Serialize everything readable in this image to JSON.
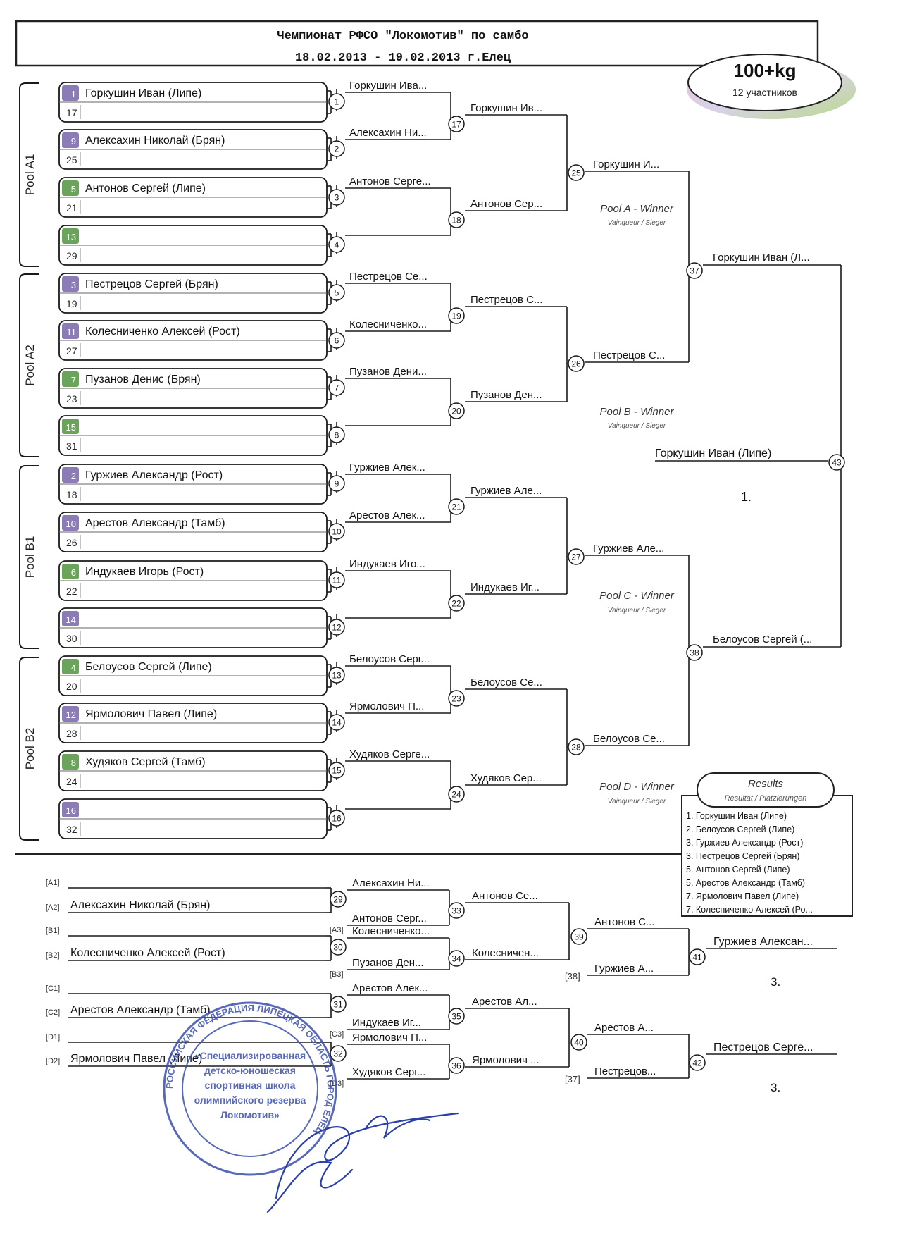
{
  "header": {
    "title": "Чемпионат РФСО \"Локомотив\" по самбо",
    "dates": "18.02.2013 - 19.02.2013 г.Елец",
    "weight": "100+kg",
    "participants": "12 участников"
  },
  "pools": [
    {
      "label": "Pool A1"
    },
    {
      "label": "Pool A2"
    },
    {
      "label": "Pool B1"
    },
    {
      "label": "Pool B2"
    }
  ],
  "entries": [
    {
      "seed": "1",
      "name": "Горкушин Иван (Липе)",
      "low": "17",
      "color": "#8b7bb6"
    },
    {
      "seed": "9",
      "name": "Алексахин Николай (Брян)",
      "low": "25",
      "color": "#8b7bb6"
    },
    {
      "seed": "5",
      "name": "Антонов Сергей (Липе)",
      "low": "21",
      "color": "#6aa45a"
    },
    {
      "seed": "13",
      "name": "",
      "low": "29",
      "color": "#6aa45a"
    },
    {
      "seed": "3",
      "name": "Пестрецов Сергей (Брян)",
      "low": "19",
      "color": "#8b7bb6"
    },
    {
      "seed": "11",
      "name": "Колесниченко Алексей (Рост)",
      "low": "27",
      "color": "#8b7bb6"
    },
    {
      "seed": "7",
      "name": "Пузанов Денис (Брян)",
      "low": "23",
      "color": "#6aa45a"
    },
    {
      "seed": "15",
      "name": "",
      "low": "31",
      "color": "#6aa45a"
    },
    {
      "seed": "2",
      "name": "Гуржиев Александр (Рост)",
      "low": "18",
      "color": "#8b7bb6"
    },
    {
      "seed": "10",
      "name": "Арестов Александр (Тамб)",
      "low": "26",
      "color": "#8b7bb6"
    },
    {
      "seed": "6",
      "name": "Индукаев Игорь (Рост)",
      "low": "22",
      "color": "#6aa45a"
    },
    {
      "seed": "14",
      "name": "",
      "low": "30",
      "color": "#8b7bb6"
    },
    {
      "seed": "4",
      "name": "Белоусов Сергей (Липе)",
      "low": "20",
      "color": "#6aa45a"
    },
    {
      "seed": "12",
      "name": "Ярмолович Павел (Липе)",
      "low": "28",
      "color": "#8b7bb6"
    },
    {
      "seed": "8",
      "name": "Худяков Сергей (Тамб)",
      "low": "24",
      "color": "#6aa45a"
    },
    {
      "seed": "16",
      "name": "",
      "low": "32",
      "color": "#8b7bb6"
    }
  ],
  "round1": [
    {
      "num": "1",
      "winner": "Горкушин Ива..."
    },
    {
      "num": "2",
      "winner": "Алексахин Ни..."
    },
    {
      "num": "3",
      "winner": "Антонов Серге..."
    },
    {
      "num": "4",
      "winner": ""
    },
    {
      "num": "5",
      "winner": "Пестрецов Се..."
    },
    {
      "num": "6",
      "winner": "Колесниченко..."
    },
    {
      "num": "7",
      "winner": "Пузанов Дени..."
    },
    {
      "num": "8",
      "winner": ""
    },
    {
      "num": "9",
      "winner": "Гуржиев Алек..."
    },
    {
      "num": "10",
      "winner": "Арестов Алек..."
    },
    {
      "num": "11",
      "winner": "Индукаев Иго..."
    },
    {
      "num": "12",
      "winner": ""
    },
    {
      "num": "13",
      "winner": "Белоусов Серг..."
    },
    {
      "num": "14",
      "winner": "Ярмолович П..."
    },
    {
      "num": "15",
      "winner": "Худяков Серге..."
    },
    {
      "num": "16",
      "winner": ""
    }
  ],
  "round2": [
    {
      "num": "17",
      "winner": "Горкушин Ив..."
    },
    {
      "num": "18",
      "winner": "Антонов Сер..."
    },
    {
      "num": "19",
      "winner": "Пестрецов С..."
    },
    {
      "num": "20",
      "winner": "Пузанов Ден..."
    },
    {
      "num": "21",
      "winner": "Гуржиев Але..."
    },
    {
      "num": "22",
      "winner": "Индукаев Иг..."
    },
    {
      "num": "23",
      "winner": "Белоусов Се..."
    },
    {
      "num": "24",
      "winner": "Худяков Сер..."
    }
  ],
  "round3": [
    {
      "num": "25",
      "winner": "Горкушин И...",
      "pool_winner": "Pool A - Winner"
    },
    {
      "num": "26",
      "winner": "Пестрецов С...",
      "pool_winner": "Pool B - Winner"
    },
    {
      "num": "27",
      "winner": "Гуржиев Але...",
      "pool_winner": "Pool C - Winner"
    },
    {
      "num": "28",
      "winner": "Белоусов Се...",
      "pool_winner": "Pool D - Winner"
    }
  ],
  "pool_winner_sub": "Vainqueur / Sieger",
  "semis": [
    {
      "num": "37",
      "winner": "Горкушин Иван (Л..."
    },
    {
      "num": "38",
      "winner": "Белоусов Сергей (..."
    }
  ],
  "final": {
    "num": "43",
    "winner": "Горкушин Иван (Липе)",
    "place": "1."
  },
  "results": {
    "title": "Results",
    "subtitle": "Resultat / Platzierungen",
    "items": [
      "1. Горкушин Иван (Липе)",
      "2. Белоусов Сергей (Липе)",
      "3. Гуржиев Александр (Рост)",
      "3. Пестрецов Сергей (Брян)",
      "5. Антонов Сергей (Липе)",
      "5. Арестов Александр (Тамб)",
      "7. Ярмолович Павел (Липе)",
      "7. Колесниченко Алексей (Ро..."
    ]
  },
  "repechage": {
    "slots": [
      {
        "tag": "[A1]",
        "name": ""
      },
      {
        "tag": "[A2]",
        "name": "Алексахин Николай (Брян)"
      },
      {
        "tag": "[B1]",
        "name": ""
      },
      {
        "tag": "[B2]",
        "name": "Колесниченко Алексей (Рост)"
      },
      {
        "tag": "[C1]",
        "name": ""
      },
      {
        "tag": "[C2]",
        "name": "Арестов Александр (Тамб)"
      },
      {
        "tag": "[D1]",
        "name": ""
      },
      {
        "tag": "[D2]",
        "name": "Ярмолович Павел (Липе)"
      }
    ],
    "matches": [
      {
        "num": "29",
        "winner": "Алексахин Ни..."
      },
      {
        "num": "30",
        "winner": "Колесниченко..."
      },
      {
        "num": "31",
        "winner": "Арестов Алек..."
      },
      {
        "num": "32",
        "winner": "Ярмолович П..."
      }
    ],
    "feeds": [
      {
        "tag": "[A3]",
        "name": "Антонов Серг..."
      },
      {
        "tag": "[B3]",
        "name": "Пузанов Ден..."
      },
      {
        "tag": "[C3]",
        "name": "Индукаев Иг..."
      },
      {
        "tag": "[D3]",
        "name": "Худяков Серг..."
      }
    ],
    "round2": [
      {
        "num": "33",
        "winner": "Антонов Се..."
      },
      {
        "num": "34",
        "winner": "Колесничен..."
      },
      {
        "num": "35",
        "winner": "Арестов Ал..."
      },
      {
        "num": "36",
        "winner": "Ярмолович ..."
      }
    ],
    "round3": [
      {
        "num": "39",
        "winner": "Антонов С..."
      },
      {
        "num": "40",
        "winner": "Арестов А..."
      }
    ],
    "losers": [
      {
        "tag": "[38]",
        "name": "Гуржиев А..."
      },
      {
        "tag": "[37]",
        "name": "Пестрецов..."
      }
    ],
    "bronze": [
      {
        "num": "41",
        "winner": "Гуржиев Алексан...",
        "place": "3."
      },
      {
        "num": "42",
        "winner": "Пестрецов Серге...",
        "place": "3."
      }
    ]
  },
  "stamp": {
    "ring_text": "РОССИЙСКАЯ ФЕДЕРАЦИЯ ЛИПЕЦКАЯ ОБЛАСТЬ ГОРОД ЕЛЕЦ",
    "center_lines": [
      "«Специализированная",
      "детско-юношеская",
      "спортивная школа",
      "олимпийского резерва",
      "Локомотив»"
    ]
  },
  "colors": {
    "line": "#1a1a1a",
    "seed_purple": "#8b7bb6",
    "seed_green": "#6aa45a",
    "stamp": "#3b4fae",
    "signature": "#2a3fa8"
  }
}
